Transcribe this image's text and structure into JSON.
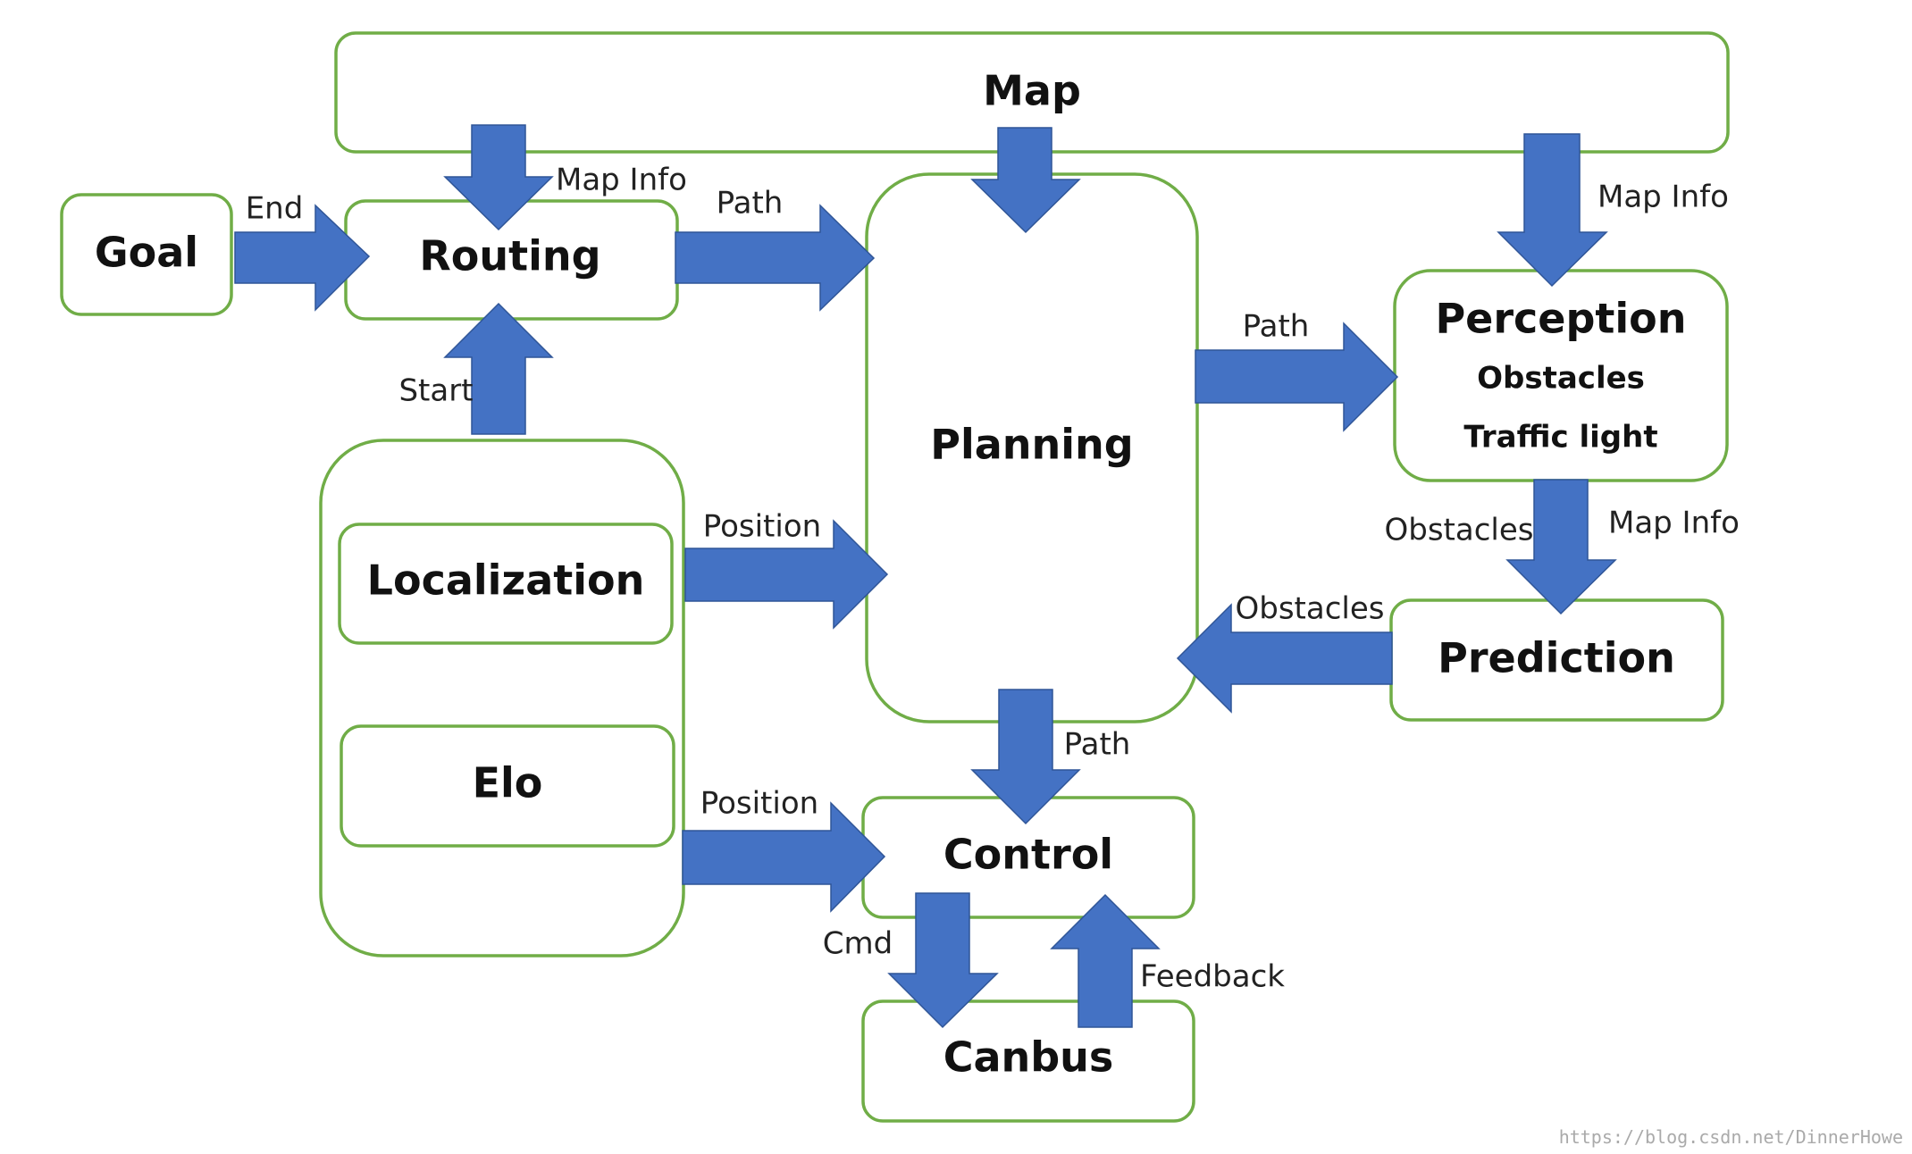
{
  "colors": {
    "box_border": "#70ad47",
    "arrow_fill": "#4472c4",
    "text": "#111111",
    "background": "#ffffff"
  },
  "nodes": {
    "map": "Map",
    "goal": "Goal",
    "routing": "Routing",
    "planning": "Planning",
    "perception": "Perception",
    "perception_obstacles": "Obstacles",
    "perception_traffic_light": "Traffic light",
    "localization": "Localization",
    "elo": "Elo",
    "prediction": "Prediction",
    "control": "Control",
    "canbus": "Canbus"
  },
  "edges": {
    "goal_routing": "End",
    "map_routing": "Map Info",
    "routing_planning": "Path",
    "map_perception": "Map Info",
    "planning_perception": "Path",
    "localization_routing": "Start",
    "localization_planning": "Position",
    "perception_prediction_obstacles": "Obstacles",
    "perception_prediction_mapinfo": "Map Info",
    "prediction_planning": "Obstacles",
    "planning_control": "Path",
    "elo_control": "Position",
    "control_canbus": "Cmd",
    "canbus_control": "Feedback"
  },
  "watermark": "https://blog.csdn.net/DinnerHowe"
}
